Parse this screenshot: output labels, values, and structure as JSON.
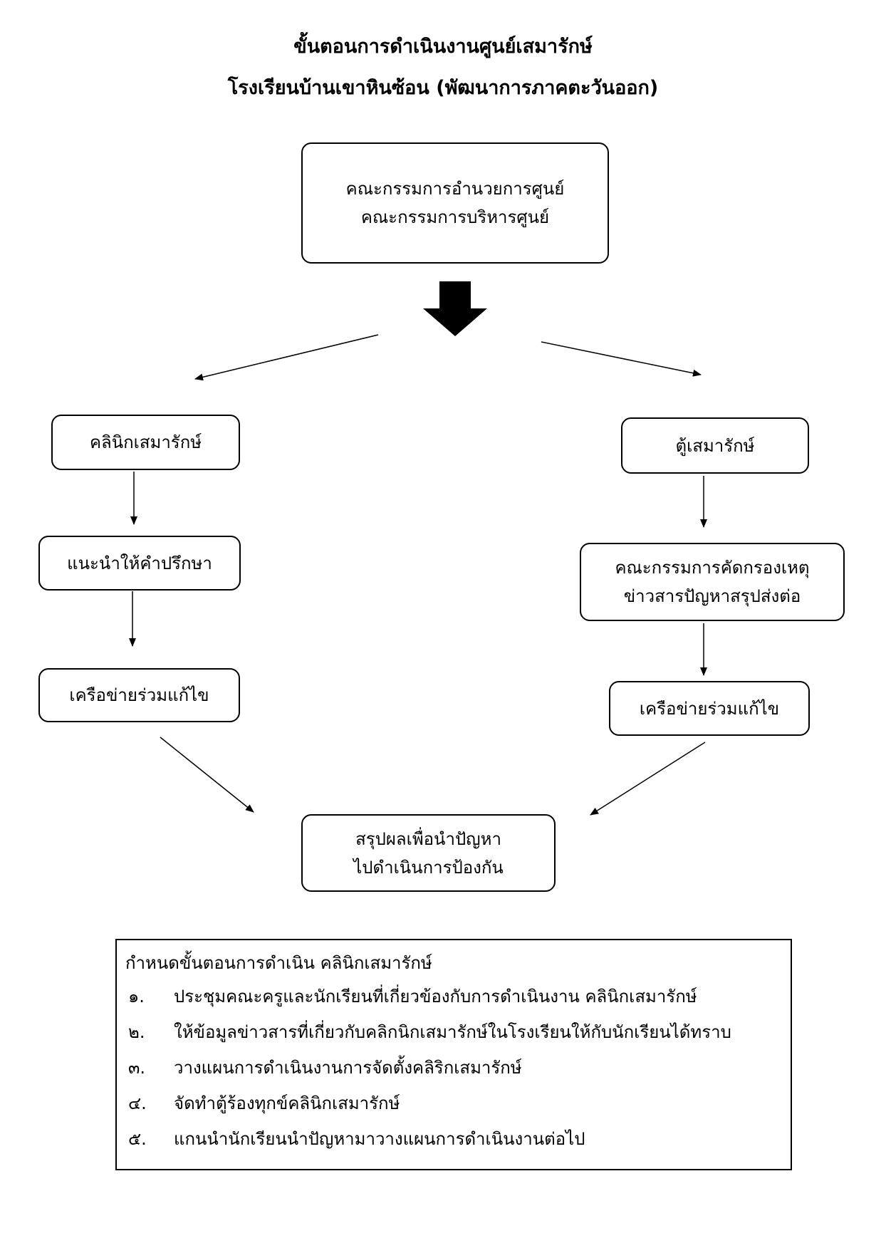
{
  "title": {
    "line1": "ขั้นตอนการดำเนินงานศูนย์เสมารักษ์",
    "line2": "โรงเรียนบ้านเขาหินซ้อน (พัฒนาการภาคตะวันออก)"
  },
  "nodes": {
    "top": [
      "คณะกรรมการอำนวยการศูนย์",
      "คณะกรรมการบริหารศูนย์"
    ],
    "clinic": [
      "คลินิกเสมารักษ์"
    ],
    "advice": [
      "แนะนำให้คำปรึกษา"
    ],
    "network_left": [
      "เครือข่ายร่วมแก้ไข"
    ],
    "cabinet": [
      "ตู้เสมารักษ์"
    ],
    "screening": [
      "คณะกรรมการคัดกรองเหตุ",
      "ข่าวสารปัญหาสรุปส่งต่อ"
    ],
    "network_right": [
      "เครือข่ายร่วมแก้ไข"
    ],
    "summary": [
      "สรุปผลเพื่อนำปัญหา",
      "ไปดำเนินการป้องกัน"
    ]
  },
  "steps": {
    "heading": "กำหนดขั้นตอนการดำเนิน คลินิกเสมารักษ์",
    "items": [
      {
        "num": "๑.",
        "text": "ประชุมคณะครูและนักเรียนที่เกี่ยวข้องกับการดำเนินงาน คลินิกเสมารักษ์"
      },
      {
        "num": "๒.",
        "text": "ให้ข้อมูลข่าวสารที่เกี่ยวกับคลิกนิกเสมารักษ์ในโรงเรียนให้กับนักเรียนได้ทราบ"
      },
      {
        "num": "๓.",
        "text": "วางแผนการดำเนินงานการจัดตั้งคลิริกเสมารักษ์"
      },
      {
        "num": "๔.",
        "text": "จัดทำตู้ร้องทุกข์คลินิกเสมารักษ์"
      },
      {
        "num": "๕.",
        "text": "แกนนำนักเรียนนำปัญหามาวางแผนการดำเนินงานต่อไป"
      }
    ]
  }
}
